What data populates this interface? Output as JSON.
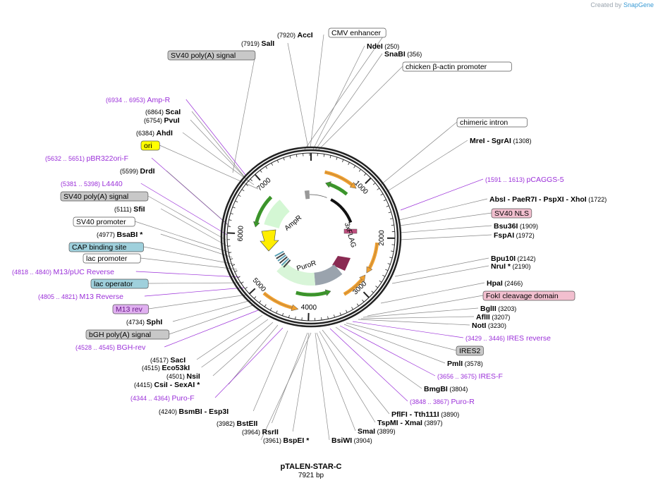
{
  "credit": {
    "prefix": "Created by",
    "brand": "SnapGene"
  },
  "plasmid": {
    "name": "pTALEN-STAR-C",
    "size": "7921 bp"
  },
  "ruler": [
    "1000",
    "2000",
    "3000",
    "4000",
    "5000",
    "6000",
    "7000"
  ],
  "features": {
    "amp": "AmpR",
    "puro": "PuroR",
    "flag": "3xFLAG"
  },
  "labels": [
    {
      "pos": "(7920)",
      "text": "AccI",
      "kind": "enzyme"
    },
    {
      "pos": "(7919)",
      "text": "SalI",
      "kind": "enzyme"
    },
    {
      "text": "CMV enhancer",
      "kind": "box-white"
    },
    {
      "text": "NdeI",
      "pos": "(250)",
      "kind": "enzyme"
    },
    {
      "text": "SnaBI",
      "pos": "(356)",
      "kind": "enzyme"
    },
    {
      "text": "chicken β-actin promoter",
      "kind": "box-white"
    },
    {
      "text": "SV40 poly(A) signal",
      "kind": "box-gray"
    },
    {
      "pos": "(6934 .. 6953)",
      "text": "Amp-R",
      "kind": "primer"
    },
    {
      "pos": "(6864)",
      "text": "ScaI",
      "kind": "enzyme"
    },
    {
      "pos": "(6754)",
      "text": "PvuI",
      "kind": "enzyme"
    },
    {
      "pos": "(6384)",
      "text": "AhdI",
      "kind": "enzyme"
    },
    {
      "text": "ori",
      "kind": "box-yellow"
    },
    {
      "pos": "(5632 .. 5651)",
      "text": "pBR322ori-F",
      "kind": "primer"
    },
    {
      "pos": "(5599)",
      "text": "DrdI",
      "kind": "enzyme"
    },
    {
      "pos": "(5381 .. 5398)",
      "text": "L4440",
      "kind": "primer"
    },
    {
      "text": "SV40 poly(A) signal",
      "kind": "box-gray"
    },
    {
      "pos": "(5111)",
      "text": "SfiI",
      "kind": "enzyme"
    },
    {
      "text": "SV40 promoter",
      "kind": "box-white"
    },
    {
      "pos": "(4977)",
      "text": "BsaBI  *",
      "kind": "enzyme"
    },
    {
      "text": "CAP binding site",
      "kind": "box-teal"
    },
    {
      "text": "lac promoter",
      "kind": "box-white"
    },
    {
      "pos": "(4818 .. 4840)",
      "text": "M13/pUC Reverse",
      "kind": "primer"
    },
    {
      "text": "lac operator",
      "kind": "box-teal"
    },
    {
      "pos": "(4805 .. 4821)",
      "text": "M13 Reverse",
      "kind": "primer"
    },
    {
      "text": "M13 rev",
      "kind": "box-purple"
    },
    {
      "pos": "(4734)",
      "text": "SphI",
      "kind": "enzyme"
    },
    {
      "text": "bGH poly(A) signal",
      "kind": "box-gray"
    },
    {
      "pos": "(4528 .. 4545)",
      "text": "BGH-rev",
      "kind": "primer"
    },
    {
      "pos": "(4517)",
      "text": "SacI",
      "kind": "enzyme"
    },
    {
      "pos": "(4515)",
      "text": "Eco53kI",
      "kind": "enzyme"
    },
    {
      "pos": "(4501)",
      "text": "NsiI",
      "kind": "enzyme"
    },
    {
      "pos": "(4415)",
      "text": "CsiI  - SexAI *",
      "kind": "enzyme"
    },
    {
      "pos": "(4344 .. 4364)",
      "text": "Puro-F",
      "kind": "primer"
    },
    {
      "pos": "(4240)",
      "text": "BsmBI   - Esp3I",
      "kind": "enzyme"
    },
    {
      "pos": "(3982)",
      "text": "BstEII",
      "kind": "enzyme"
    },
    {
      "pos": "(3964)",
      "text": "RsrII",
      "kind": "enzyme"
    },
    {
      "pos": "(3961)",
      "text": "BspEI  *",
      "kind": "enzyme"
    },
    {
      "text": "BsiWI",
      "pos": "(3904)",
      "kind": "enzyme"
    },
    {
      "text": "SmaI",
      "pos": "(3899)",
      "kind": "enzyme"
    },
    {
      "text": "TspMI   - XmaI",
      "pos": "(3897)",
      "kind": "enzyme"
    },
    {
      "text": "PflFI   - Tth111I",
      "pos": "(3890)",
      "kind": "enzyme"
    },
    {
      "text": "Puro-R",
      "pos": "(3848 .. 3867)",
      "kind": "primer"
    },
    {
      "text": "BmgBI",
      "pos": "(3804)",
      "kind": "enzyme"
    },
    {
      "text": "IRES-F",
      "pos": "(3656 .. 3675)",
      "kind": "primer"
    },
    {
      "text": "PmlI",
      "pos": "(3578)",
      "kind": "enzyme"
    },
    {
      "text": "IRES2",
      "kind": "box-gray"
    },
    {
      "text": "IRES reverse",
      "pos": "(3429 .. 3446)",
      "kind": "primer"
    },
    {
      "text": "NotI",
      "pos": "(3230)",
      "kind": "enzyme"
    },
    {
      "text": "AflII",
      "pos": "(3207)",
      "kind": "enzyme"
    },
    {
      "text": "BglII",
      "pos": "(3203)",
      "kind": "enzyme"
    },
    {
      "text": "FokI cleavage domain",
      "kind": "box-pink"
    },
    {
      "text": "HpaI",
      "pos": "(2466)",
      "kind": "enzyme"
    },
    {
      "text": "NruI *",
      "pos": "(2190)",
      "kind": "enzyme"
    },
    {
      "text": "Bpu10I",
      "pos": "(2142)",
      "kind": "enzyme"
    },
    {
      "text": "FspAI",
      "pos": "(1972)",
      "kind": "enzyme"
    },
    {
      "text": "Bsu36I",
      "pos": "(1909)",
      "kind": "enzyme"
    },
    {
      "text": "SV40 NLS",
      "kind": "box-pink"
    },
    {
      "text": "AbsI   - PaeR7I   - PspXI   - XhoI",
      "pos": "(1722)",
      "kind": "enzyme"
    },
    {
      "text": "pCAGGS-5",
      "pos": "(1591 .. 1613)",
      "kind": "primer"
    },
    {
      "text": "MreI   - SgrAI",
      "pos": "(1308)",
      "kind": "enzyme"
    },
    {
      "text": "chimeric intron",
      "kind": "box-white"
    }
  ],
  "colors": {
    "primer": "#9b30d9",
    "orange": "#f0a030",
    "green": "#3a9a28",
    "ori_box": "#ffff00",
    "teal_box": "#9fd0dc",
    "pink_box": "#f2bfcf",
    "purple_box": "#e0b0f0",
    "gray_box": "#c8c8c8",
    "fok": "#8a2a52"
  }
}
